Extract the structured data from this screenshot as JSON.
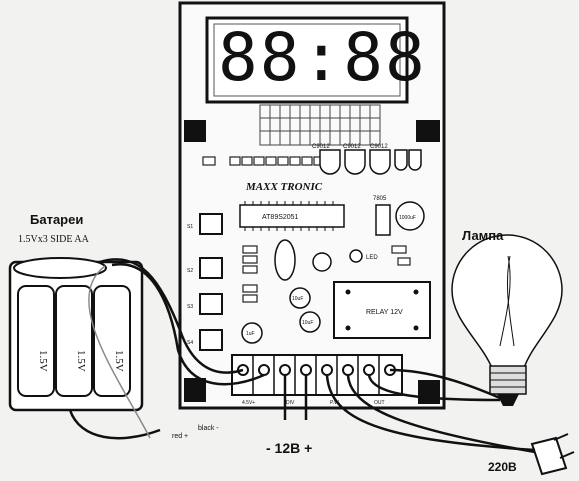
{
  "display": {
    "digits": "88:88"
  },
  "board": {
    "brand": "MAXX TRONIC",
    "chip_label": "AT89S2051",
    "regulator_label": "7805",
    "relay_label": "RELAY 12V",
    "led_label": "LED",
    "cap_labels": [
      "C9012",
      "C9012",
      "C9012"
    ],
    "small_caps": [
      "10uF",
      "10uF",
      "1uF",
      "1000uF"
    ],
    "buttons": [
      "S1",
      "S2",
      "S3",
      "S4"
    ],
    "terminal_labels": [
      "4.5V+",
      "DIV",
      "P.W",
      "OUT"
    ]
  },
  "battery": {
    "title": "Батареи",
    "spec": "1.5Vx3 SIDE AA",
    "cell_label": "1.5V",
    "wire_red": "red +",
    "wire_black": "black -"
  },
  "lamp": {
    "title": "Лампа"
  },
  "power": {
    "dc_label": "- 12В +",
    "ac_label": "220В"
  }
}
